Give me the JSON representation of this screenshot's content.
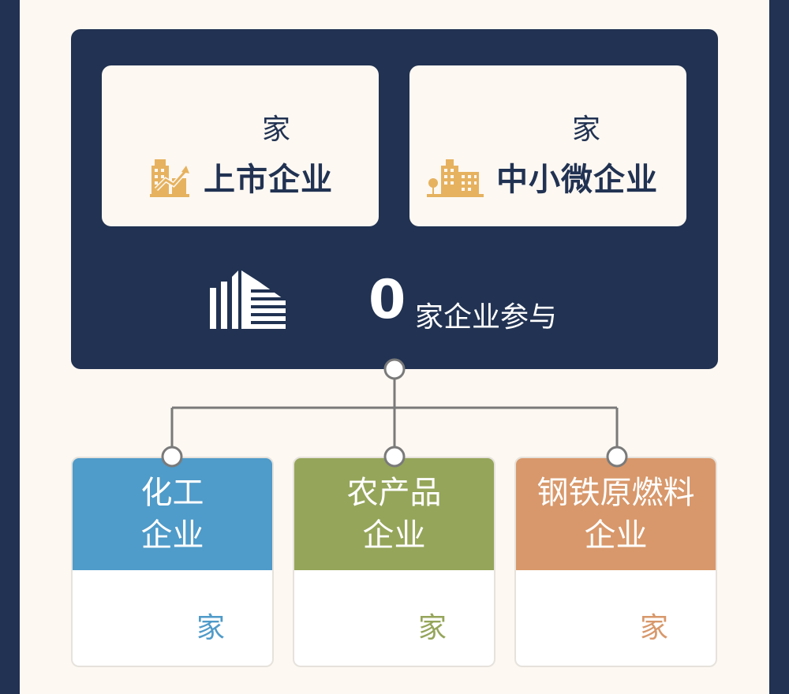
{
  "colors": {
    "navy": "#213252",
    "cream": "#fdf8f2",
    "gold": "#e6b25f",
    "chemical": "#4f9bc9",
    "agri": "#95a55a",
    "steel": "#d8986b"
  },
  "cards": [
    {
      "unit": "家",
      "title": "上市企业",
      "icon": "chart-building-icon"
    },
    {
      "unit": "家",
      "title": "中小微企业",
      "icon": "office-building-icon"
    }
  ],
  "summary": {
    "count": "0",
    "text": "家企业参与",
    "icon": "building-icon"
  },
  "branches": [
    {
      "line1": "化工",
      "line2": "企业",
      "unit": "家"
    },
    {
      "line1": "农产品",
      "line2": "企业",
      "unit": "家"
    },
    {
      "line1": "钢铁原燃料",
      "line2": "企业",
      "unit": "家"
    }
  ]
}
